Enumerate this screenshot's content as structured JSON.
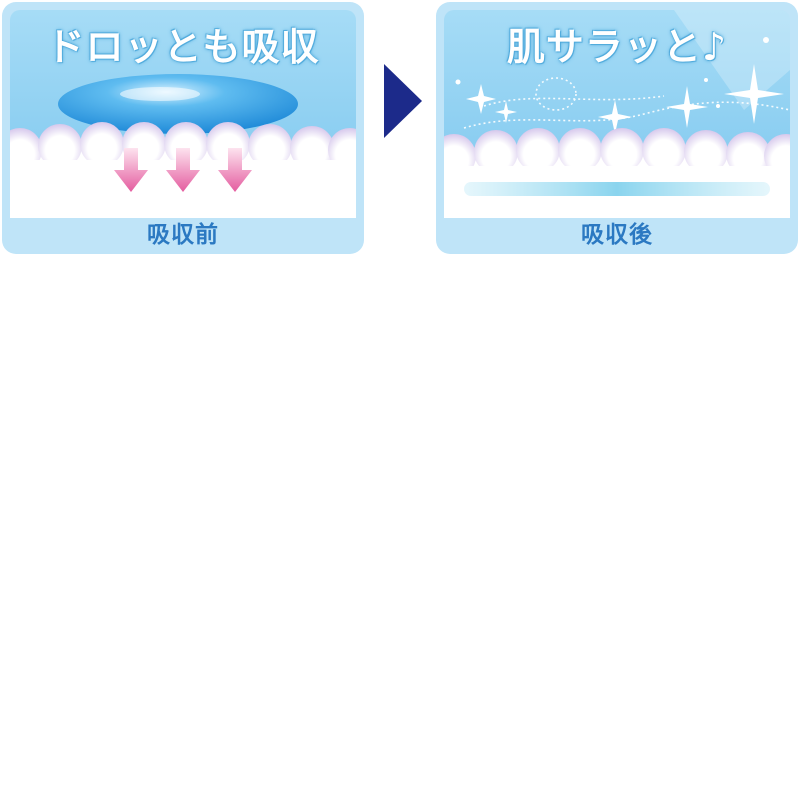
{
  "before_panel": {
    "headline": "ドロッとも吸収",
    "caption": "吸収前"
  },
  "after_panel": {
    "headline": "肌サラッと♪",
    "caption": "吸収後"
  },
  "icons": {
    "transition": "right-arrow-icon",
    "absorb": "down-arrow-icon",
    "sparkle": "sparkle-icon"
  },
  "colors": {
    "panel_bg": "#bfe4f8",
    "sky": "#8fd0f2",
    "caption_text": "#2b79c2",
    "arrow": "#1c2a8a",
    "absorb_arrow": "#e96aa7"
  }
}
